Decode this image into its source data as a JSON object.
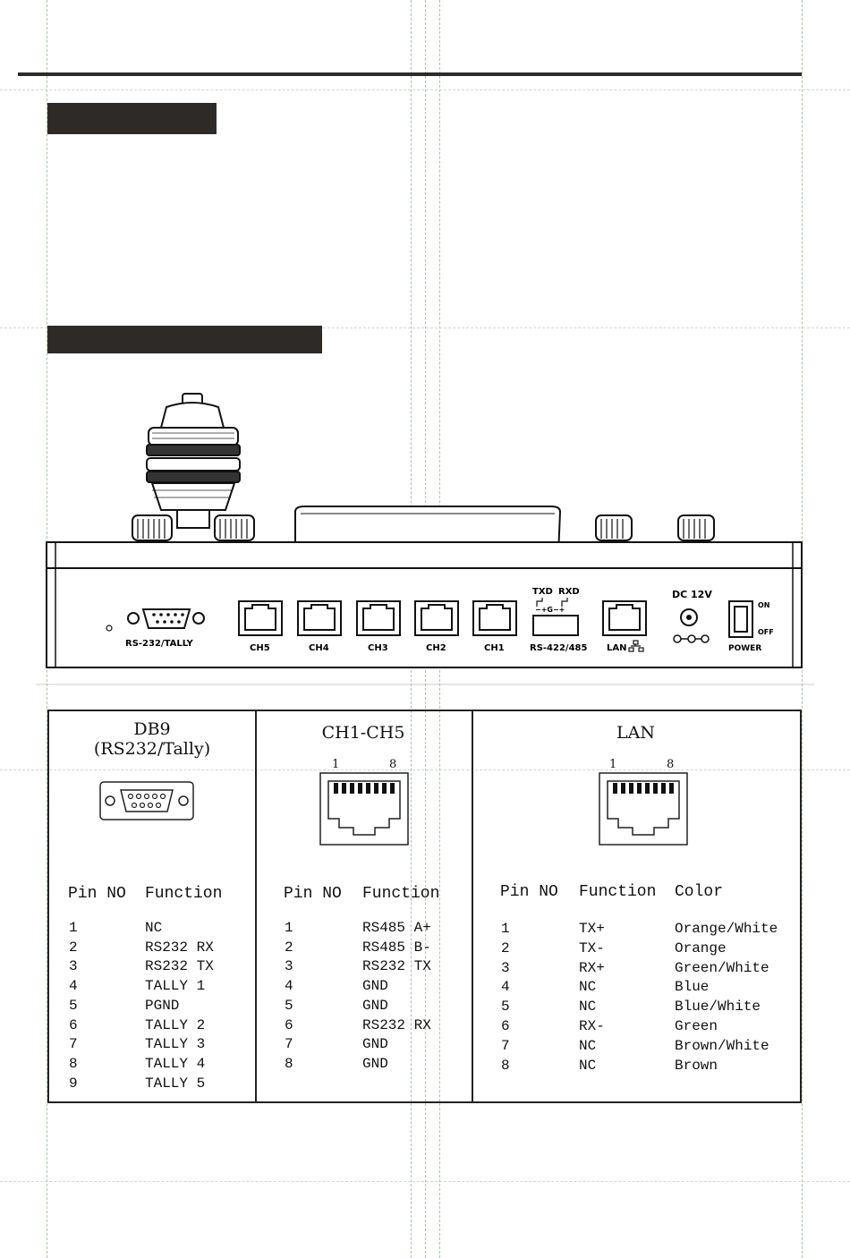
{
  "panel_labels": {
    "rs232": "RS-232/TALLY",
    "ch5": "CH5",
    "ch4": "CH4",
    "ch3": "CH3",
    "ch2": "CH2",
    "ch1": "CH1",
    "txd": "TXD",
    "rxd": "RXD",
    "polarity": "−+G−+",
    "rs422": "RS-422/485",
    "lan": "LAN",
    "dc": "DC 12V",
    "on": "ON",
    "off": "OFF",
    "power": "POWER"
  },
  "db9": {
    "title_line1": "DB9",
    "title_line2": "(RS232/Tally)",
    "header_pin": "Pin NO",
    "header_func": "Function",
    "rows": [
      {
        "pin": "1",
        "func": "NC"
      },
      {
        "pin": "2",
        "func": "RS232 RX"
      },
      {
        "pin": "3",
        "func": "RS232 TX"
      },
      {
        "pin": "4",
        "func": "TALLY 1"
      },
      {
        "pin": "5",
        "func": "PGND"
      },
      {
        "pin": "6",
        "func": "TALLY 2"
      },
      {
        "pin": "7",
        "func": "TALLY 3"
      },
      {
        "pin": "8",
        "func": "TALLY 4"
      },
      {
        "pin": "9",
        "func": "TALLY 5"
      }
    ]
  },
  "ch": {
    "title": "CH1-CH5",
    "pin_first": "1",
    "pin_last": "8",
    "header_pin": "Pin NO",
    "header_func": "Function",
    "rows": [
      {
        "pin": "1",
        "func": "RS485 A+"
      },
      {
        "pin": "2",
        "func": "RS485 B-"
      },
      {
        "pin": "3",
        "func": "RS232 TX"
      },
      {
        "pin": "4",
        "func": "GND"
      },
      {
        "pin": "5",
        "func": "GND"
      },
      {
        "pin": "6",
        "func": "RS232 RX"
      },
      {
        "pin": "7",
        "func": "GND"
      },
      {
        "pin": "8",
        "func": "GND"
      }
    ]
  },
  "lan": {
    "title": "LAN",
    "pin_first": "1",
    "pin_last": "8",
    "header_pin": "Pin NO",
    "header_func": "Function",
    "header_color": "Color",
    "rows": [
      {
        "pin": "1",
        "func": "TX+",
        "color": "Orange/White"
      },
      {
        "pin": "2",
        "func": "TX-",
        "color": "Orange"
      },
      {
        "pin": "3",
        "func": "RX+",
        "color": "Green/White"
      },
      {
        "pin": "4",
        "func": "NC",
        "color": "Blue"
      },
      {
        "pin": "5",
        "func": "NC",
        "color": "Blue/White"
      },
      {
        "pin": "6",
        "func": "RX-",
        "color": "Green"
      },
      {
        "pin": "7",
        "func": "NC",
        "color": "Brown/White"
      },
      {
        "pin": "8",
        "func": "NC",
        "color": "Brown"
      }
    ]
  }
}
